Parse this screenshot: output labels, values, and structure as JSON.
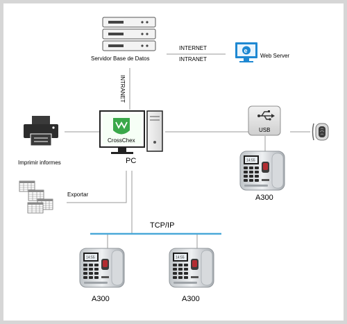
{
  "server": {
    "label": "Servidor Base de Datos"
  },
  "links": {
    "internet": "INTERNET",
    "intranet_h": "INTRANET",
    "intranet_v": "INTRANET",
    "tcpip": "TCP/IP"
  },
  "web_server": {
    "label": "Web Server"
  },
  "pc": {
    "label": "PC",
    "screen_text": "CrossChex"
  },
  "printer": {
    "label": "Imprimir informes"
  },
  "export": {
    "label": "Exportar"
  },
  "usb": {
    "label": "USB"
  },
  "devices": [
    {
      "label": "A300"
    },
    {
      "label": "A300"
    },
    {
      "label": "A300"
    }
  ],
  "colors": {
    "line": "#9a9a9a",
    "network_bus": "#4aa8d8",
    "web_icon": "#1e88d2",
    "crosschex_green": "#3aa84a",
    "frame": "#d6d6d6"
  },
  "icons": [
    "server-icon",
    "web-server-icon",
    "pc-icon",
    "printer-icon",
    "spreadsheet-icon",
    "usb-hub-icon",
    "fingerprint-reader-icon",
    "time-attendance-terminal-icon"
  ]
}
